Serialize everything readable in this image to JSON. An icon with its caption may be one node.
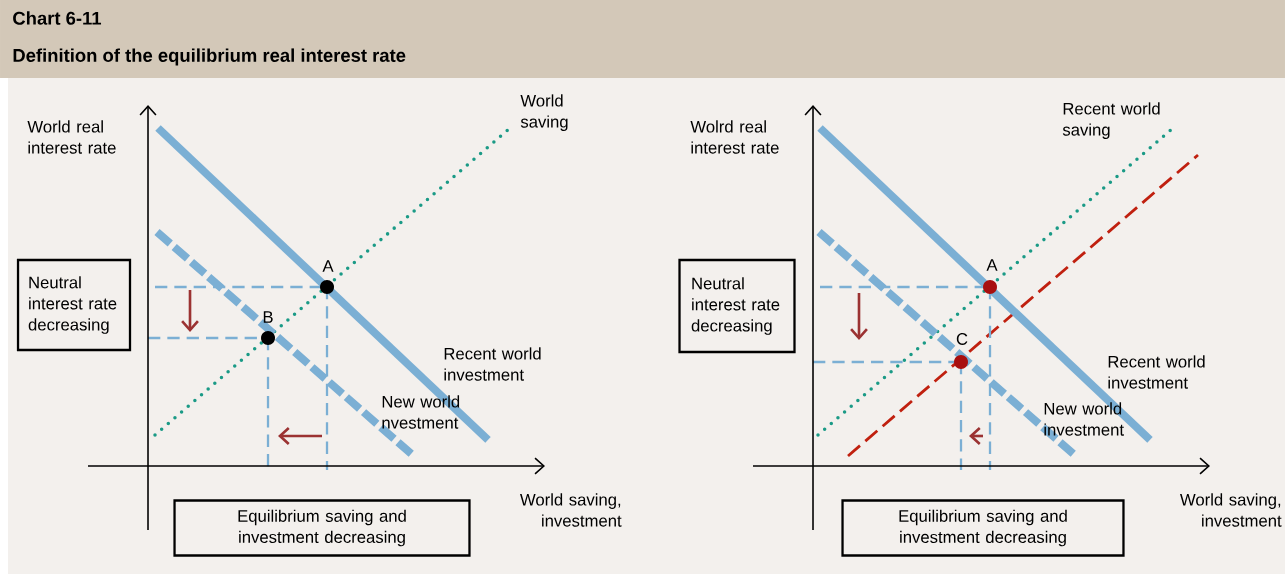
{
  "diagram": {
    "title": "Definition of the equilibrium real interest rate",
    "nodes": [
      {
        "text": [
          "Neutral interest rate decreasing"
        ]
      },
      {
        "text": [
          "Equilibrium saving and investment decreasing"
        ]
      },
      {
        "text": [
          "Neutral interest rate decreasing"
        ]
      },
      {
        "text": [
          "Equilibrium saving and investment decreasing"
        ]
      }
    ],
    "labels": [
      "Chart 6-11",
      "World real interest rate",
      "World saving",
      "A",
      "B",
      "Recent world investment",
      "New world nvestment",
      "World saving, investment",
      "Wolrd real interest rate",
      "Recent world saving",
      "A",
      "C",
      "Recent world investment",
      "New world investment",
      "World saving, investment"
    ]
  }
}
